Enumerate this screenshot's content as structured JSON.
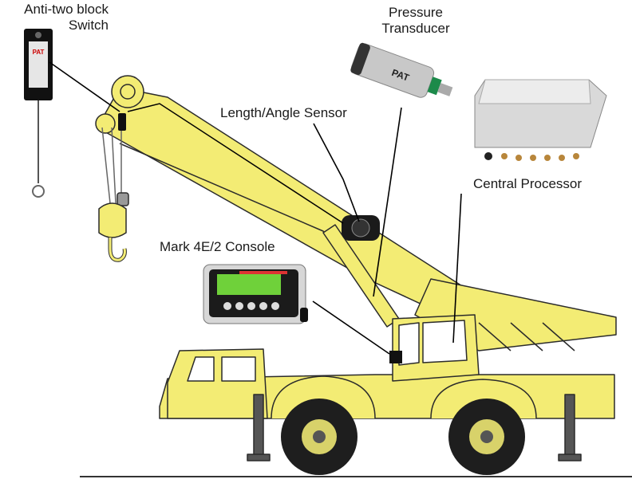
{
  "labels": {
    "anti_two_block_line1": "Anti-two block",
    "anti_two_block_line2": "Switch",
    "pressure_line1": "Pressure",
    "pressure_line2": "Transducer",
    "length_angle": "Length/Angle Sensor",
    "central_processor": "Central Processor",
    "console": "Mark 4E/2 Console"
  },
  "device_text": {
    "pat": "PAT"
  },
  "colors": {
    "crane_yellow": "#f3ec74",
    "crane_outline": "#2b2b2b",
    "tire": "#1e1e1e",
    "console_screen": "#6fd13a",
    "leader_line": "#000000"
  }
}
